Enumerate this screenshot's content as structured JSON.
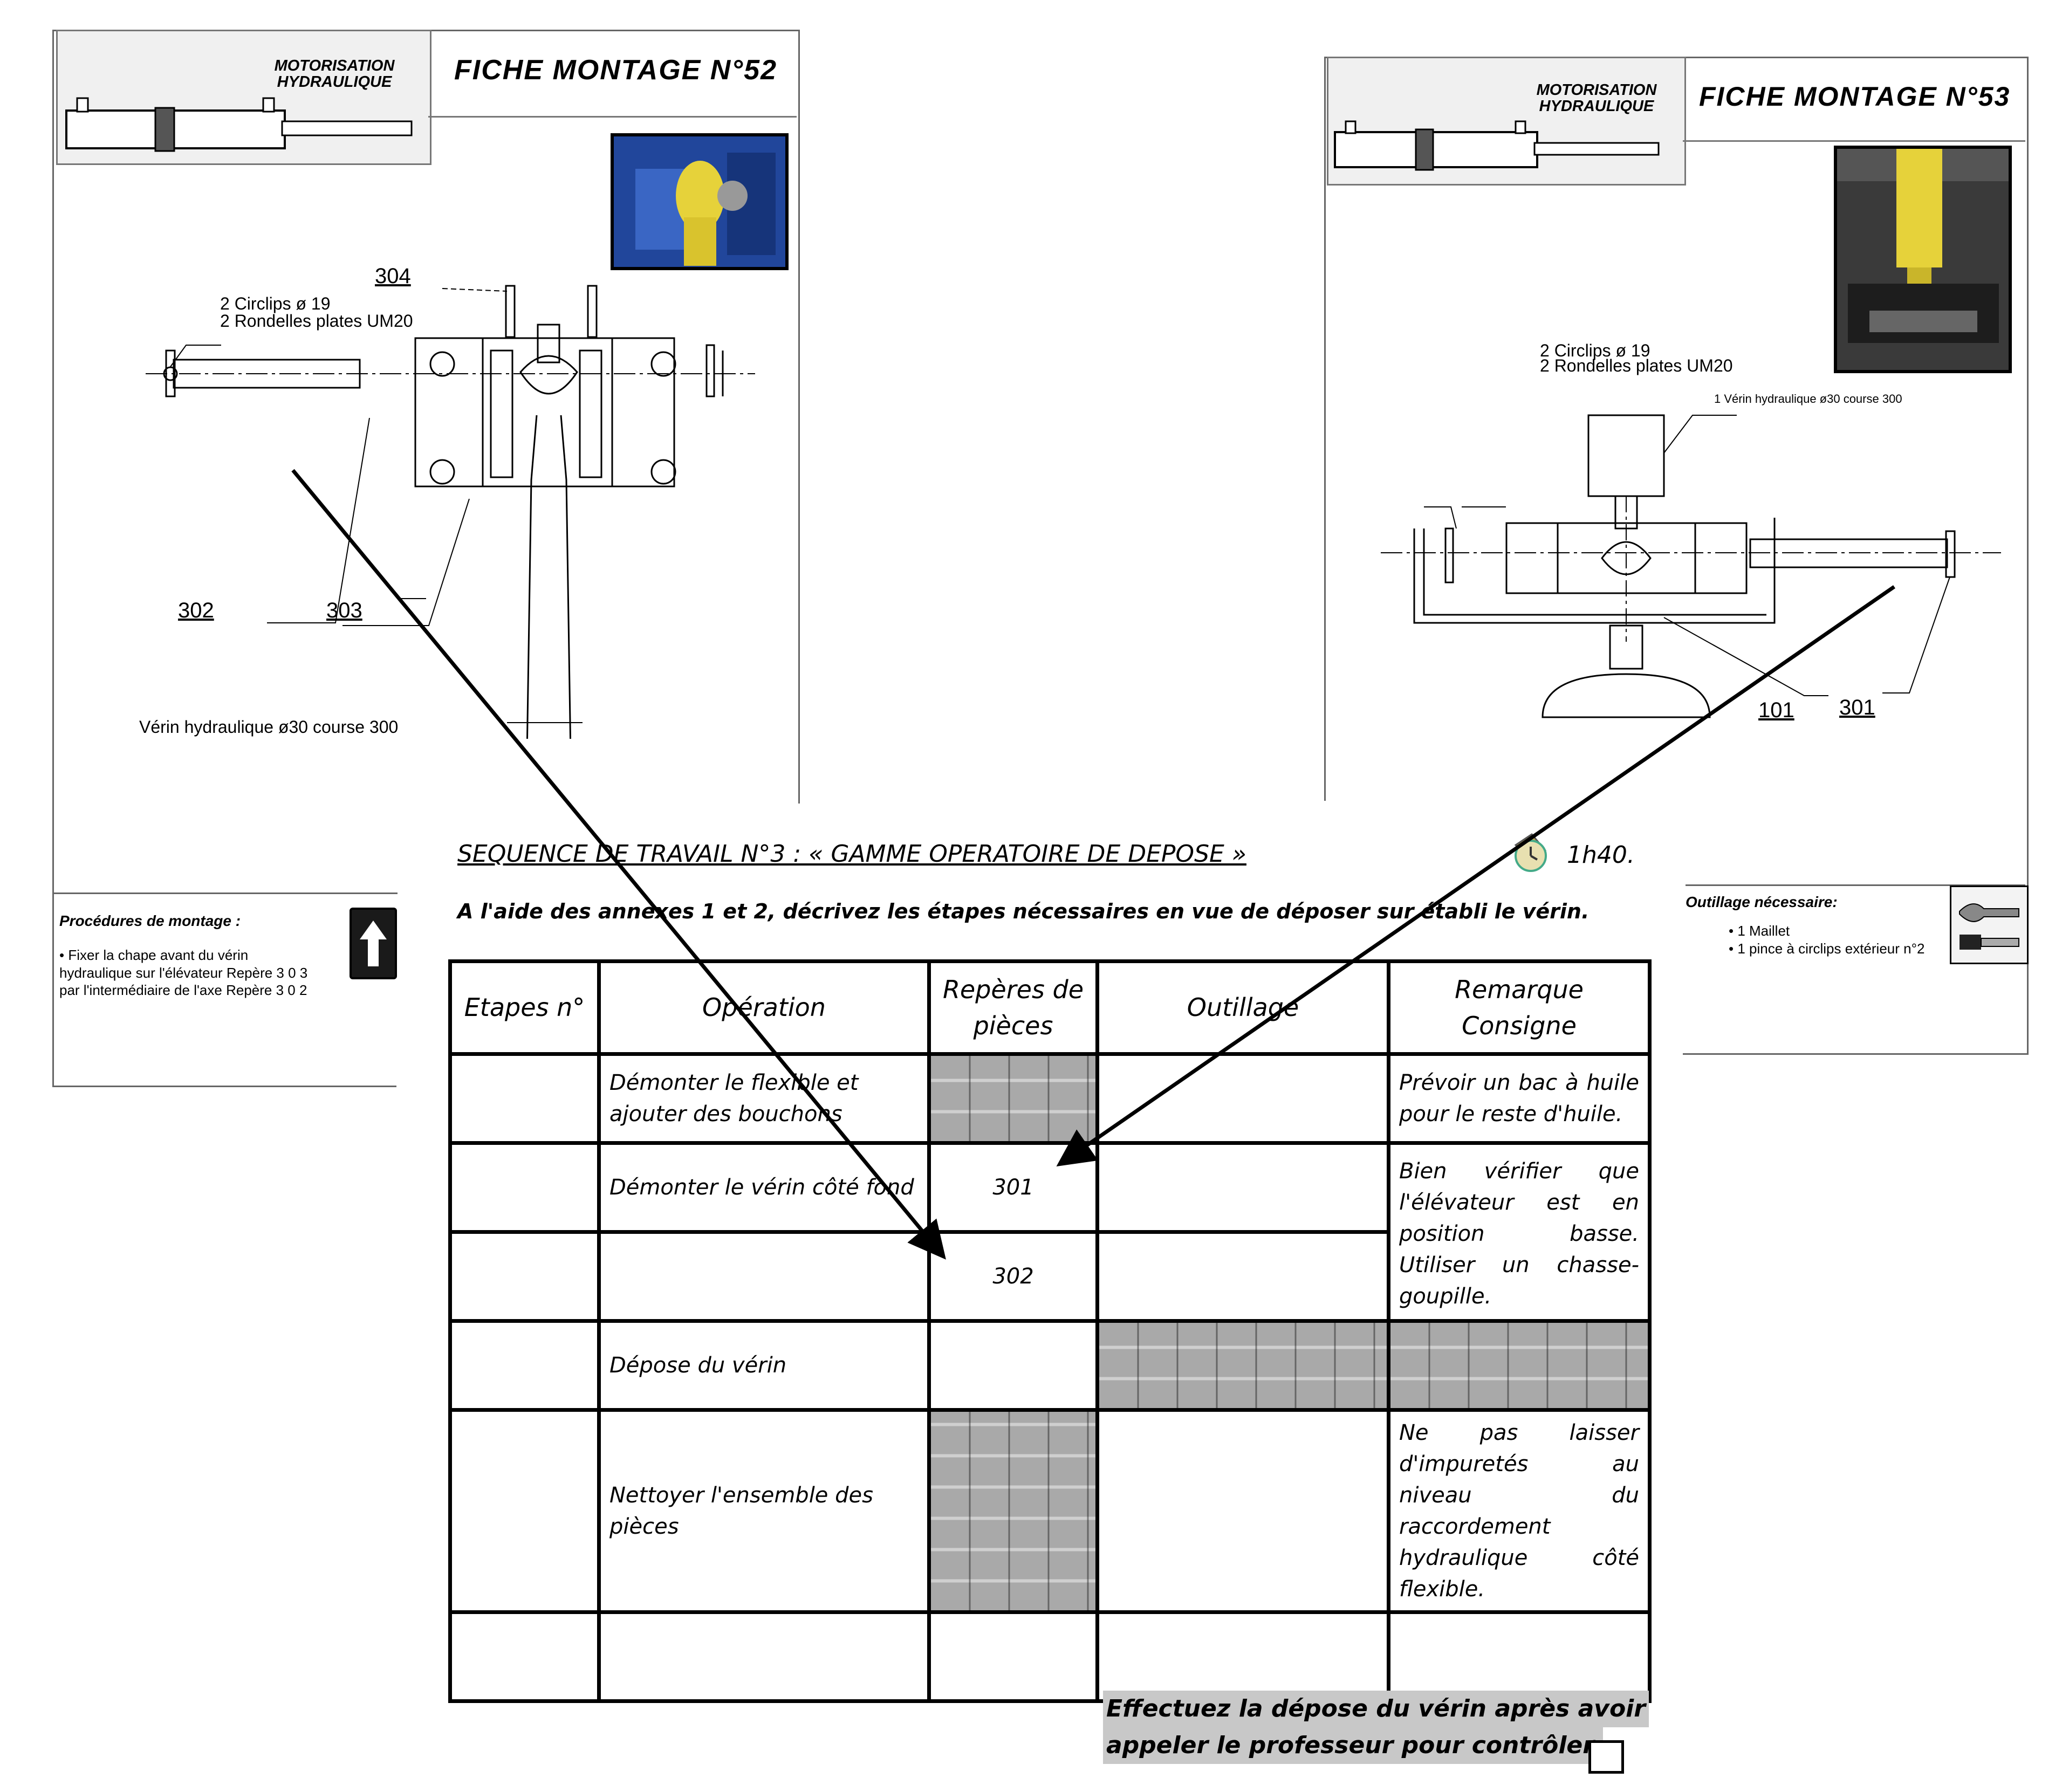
{
  "sheet_left": {
    "header_sub": "MOTORISATION\nHYDRAULIQUE",
    "title": "FICHE MONTAGE N°52",
    "labels": {
      "circlips": "2 Circlips ø 19",
      "rondelles": "2 Rondelles plates UM20",
      "ref_304": "304",
      "ref_302": "302",
      "ref_303": "303",
      "verin": "Vérin hydraulique ø30 course 300"
    },
    "procedure_title": "Procédures de montage :",
    "procedure_lines": [
      "• Fixer la chape avant du vérin",
      "hydraulique sur l'élévateur Repère 3 0 3",
      "par l'intermédiaire de l'axe Repère 3 0 2"
    ]
  },
  "sheet_right": {
    "header_sub": "MOTORISATION\nHYDRAULIQUE",
    "title": "FICHE MONTAGE N°53",
    "labels": {
      "circlips": "2 Circlips ø 19",
      "rondelles": "2 Rondelles plates UM20",
      "verin": "1 Vérin hydraulique ø30 course 300",
      "ref_101": "101",
      "ref_301": "301"
    },
    "outillage_title": "Outillage nécessaire:",
    "outillage_lines": [
      "• 1 Maillet",
      "• 1 pince à circlips extérieur n°2"
    ]
  },
  "sequence": {
    "title": "SEQUENCE DE TRAVAIL N°3 : « GAMME OPERATOIRE DE DEPOSE »",
    "duration": "1h40.",
    "instruction": "A l'aide des annexes 1 et 2, décrivez les étapes nécessaires en vue de déposer sur établi le vérin."
  },
  "table": {
    "headers": [
      "Etapes n°",
      "Opération",
      "Repères de pièces",
      "Outillage",
      "Remarque Consigne"
    ],
    "rows": [
      {
        "etape": "",
        "operation": "Démonter le flexible et ajouter des bouchons",
        "reperes": "",
        "outillage": "",
        "remarque": "Prévoir un bac à huile pour le reste d'huile."
      },
      {
        "etape": "",
        "operation": "Démonter le vérin côté fond",
        "reperes": "301",
        "outillage": "",
        "remarque": "Bien vérifier que l'élévateur est en position basse. Utiliser un chasse-goupille."
      },
      {
        "etape": "",
        "operation": "",
        "reperes": "302",
        "outillage": ""
      },
      {
        "etape": "",
        "operation": "Dépose du vérin",
        "reperes": "",
        "outillage": "",
        "remarque": ""
      },
      {
        "etape": "",
        "operation": "Nettoyer l'ensemble des pièces",
        "reperes": "",
        "outillage": "",
        "remarque": "Ne pas laisser d'impuretés au niveau du raccordement hydraulique côté flexible."
      },
      {
        "etape": "",
        "operation": "",
        "reperes": "",
        "outillage": "",
        "remarque": ""
      }
    ]
  },
  "footer_note": {
    "line1": "Effectuez la dépose du vérin après avoir",
    "line2": "appeler le professeur pour contrôler."
  },
  "colors": {
    "hatch": "#a9a9a9",
    "highlight": "#c8c8c8",
    "photo_left_bg": "#1f4fa8",
    "photo_right_bg": "#2b2b2b",
    "yellow_part": "#e6d23a"
  }
}
